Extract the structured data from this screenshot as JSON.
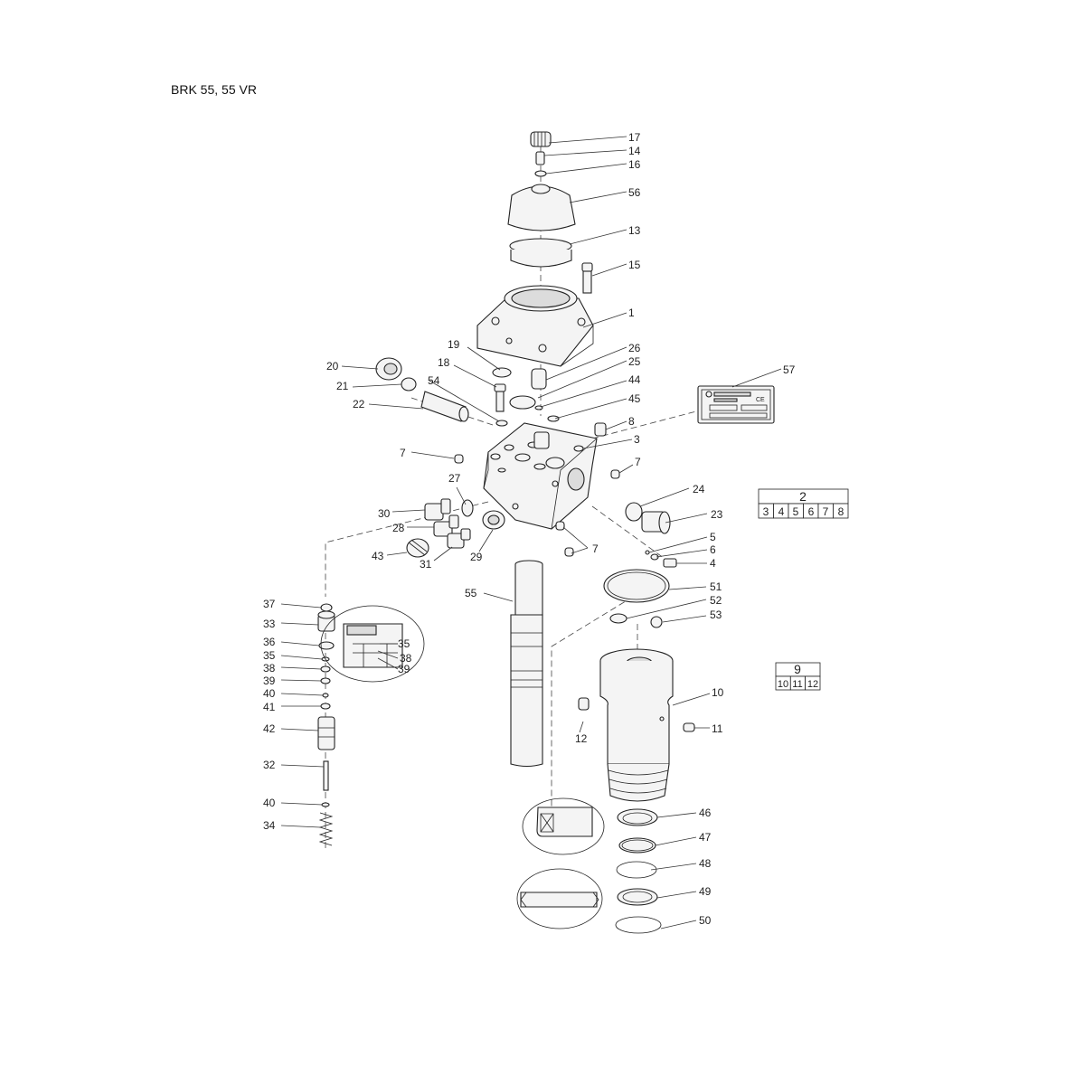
{
  "title": "BRK 55, 55 VR",
  "callouts": {
    "c17": "17",
    "c14": "14",
    "c16": "16",
    "c56": "56",
    "c13": "13",
    "c15": "15",
    "c1": "1",
    "c19": "19",
    "c26": "26",
    "c25": "25",
    "c18": "18",
    "c44": "44",
    "c45": "45",
    "c20": "20",
    "c21": "21",
    "c54": "54",
    "c22": "22",
    "c57": "57",
    "c8": "8",
    "c3": "3",
    "c7a": "7",
    "c7b": "7",
    "c7c": "7",
    "c27": "27",
    "c24": "24",
    "c23": "23",
    "c30": "30",
    "c28": "28",
    "c29": "29",
    "c43": "43",
    "c31": "31",
    "c5": "5",
    "c6": "6",
    "c4": "4",
    "c55": "55",
    "c51": "51",
    "c52": "52",
    "c53": "53",
    "c37": "37",
    "c33": "33",
    "c36": "36",
    "c35a": "35",
    "c38a": "38",
    "c39a": "39",
    "c40a": "40",
    "c41": "41",
    "c35b": "35",
    "c38b": "38",
    "c39b": "39",
    "c42": "42",
    "c32": "32",
    "c40b": "40",
    "c34": "34",
    "c10": "10",
    "c11": "11",
    "c12": "12",
    "c46": "46",
    "c47": "47",
    "c48": "48",
    "c49": "49",
    "c50": "50"
  },
  "kit_tables": [
    {
      "header": "2",
      "cells": [
        "3",
        "4",
        "5",
        "6",
        "7",
        "8"
      ]
    },
    {
      "header": "9",
      "cells": [
        "10",
        "11",
        "12"
      ]
    }
  ],
  "label_plate": {
    "mark": "CE"
  }
}
